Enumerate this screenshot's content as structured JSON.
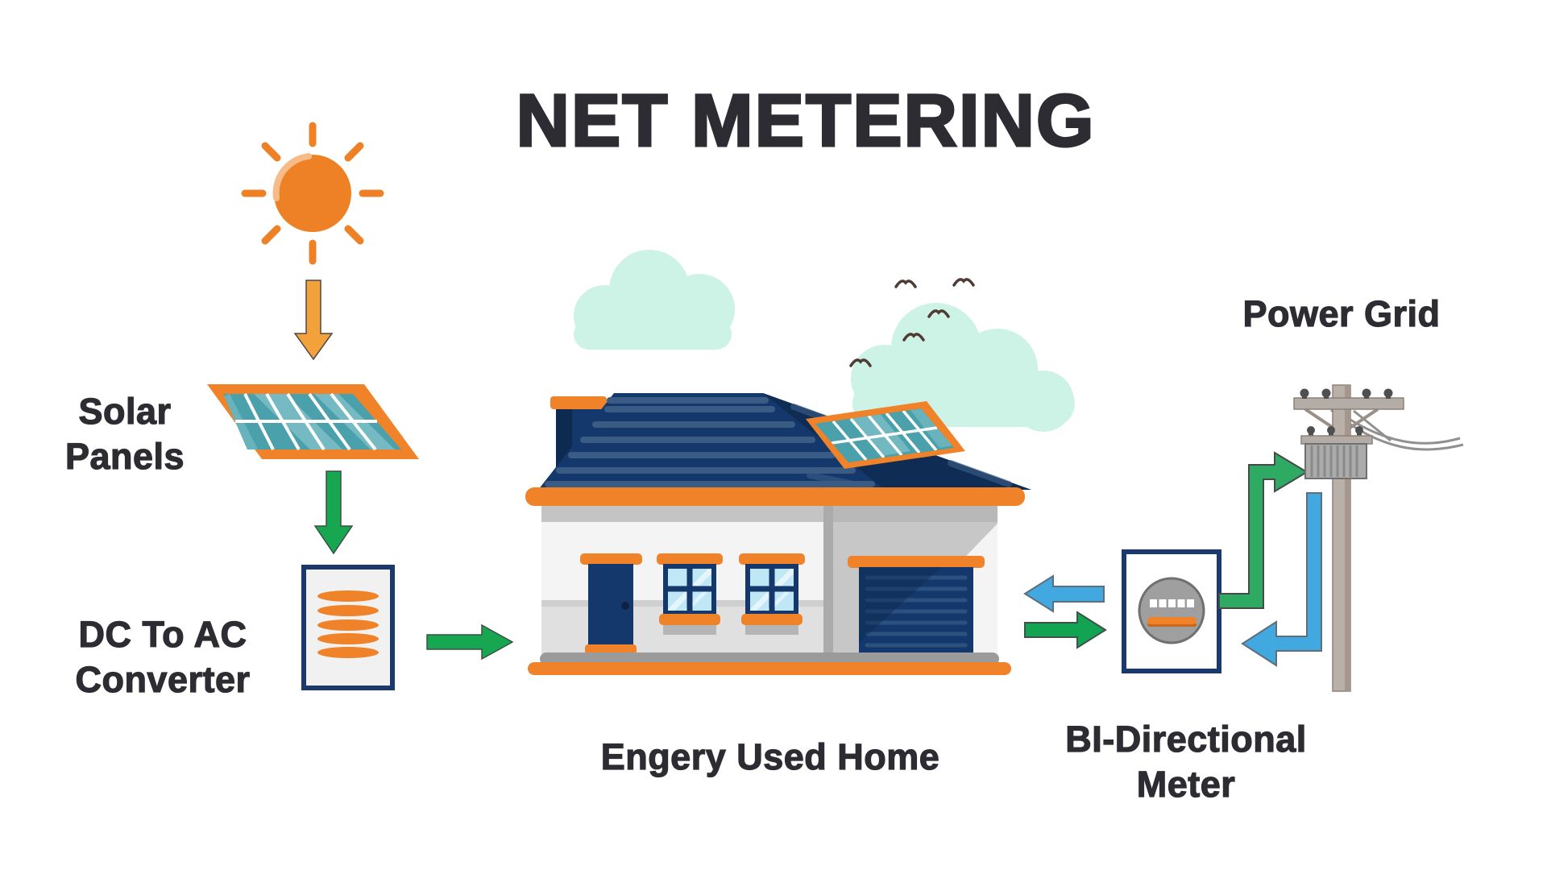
{
  "title": "NET METERING",
  "labels": {
    "solar_line1": "Solar",
    "solar_line2": "Panels",
    "converter_line1": "DC To AC",
    "converter_line2": "Converter",
    "home": "Engery Used Home",
    "meter_line1": "BI-Directional",
    "meter_line2": "Meter",
    "power_grid": "Power Grid"
  },
  "colors": {
    "accent_orange": "#F08329",
    "arrow_orange": "#F2A13B",
    "navy": "#14386B",
    "roof_dark_navy": "#0E2C54",
    "teal_panel": "#4AA1AB",
    "teal_light": "#7FC0C8",
    "green_arrow": "#12A452",
    "green_elbow": "#2EAA63",
    "blue_arrow": "#41A8E0",
    "mint_cloud": "#CDF2E6",
    "wall_light": "#F4F4F4",
    "wall_gray": "#C7C7C7",
    "pole_gray": "#B4ACA6",
    "text": "#2D2C33"
  },
  "icons": {
    "sun": "sun-icon",
    "solar_panel": "solar-panel-icon",
    "converter": "dc-ac-converter-icon",
    "house": "house-icon",
    "meter": "bidirectional-meter-icon",
    "power_pole": "power-pole-icon"
  }
}
